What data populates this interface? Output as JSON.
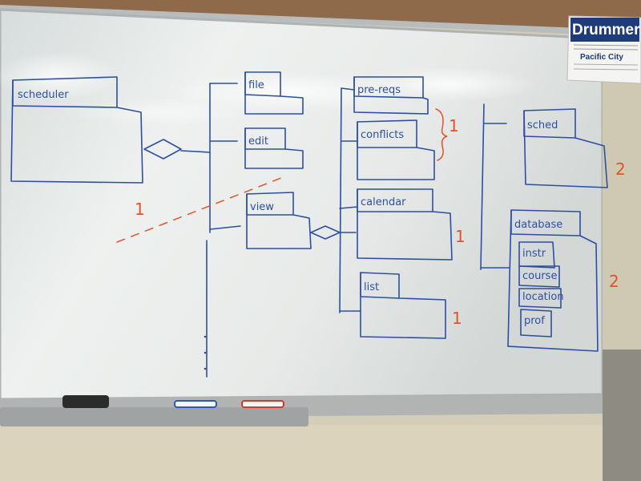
{
  "colors": {
    "wall": "#d9d2bf",
    "board": "#e9ece9",
    "frame": "#b3b5b3",
    "cork": "#8f6a4a",
    "marker_blue": "#2c4fa6",
    "marker_red": "#e0542a"
  },
  "whiteboard": {
    "boxes": {
      "scheduler": "scheduler",
      "file": "file",
      "edit": "edit",
      "view": "view",
      "pre_reqs": "pre-reqs",
      "conflicts": "conflicts",
      "calendar": "calendar",
      "list": "list",
      "sched": "sched",
      "database": "database",
      "db_items": [
        "instr",
        "course",
        "location",
        "prof"
      ]
    },
    "annotations": {
      "scheduler_mult": "1",
      "conflicts_mult": "1",
      "calendar_mult": "1",
      "list_mult": "1",
      "sched_mult": "2",
      "database_mult": "2"
    }
  },
  "poster": {
    "title": "Drummer",
    "brand": "Pacific City"
  },
  "tray": {
    "items": [
      "eraser-icon",
      "blue-marker-icon",
      "red-marker-icon"
    ]
  }
}
